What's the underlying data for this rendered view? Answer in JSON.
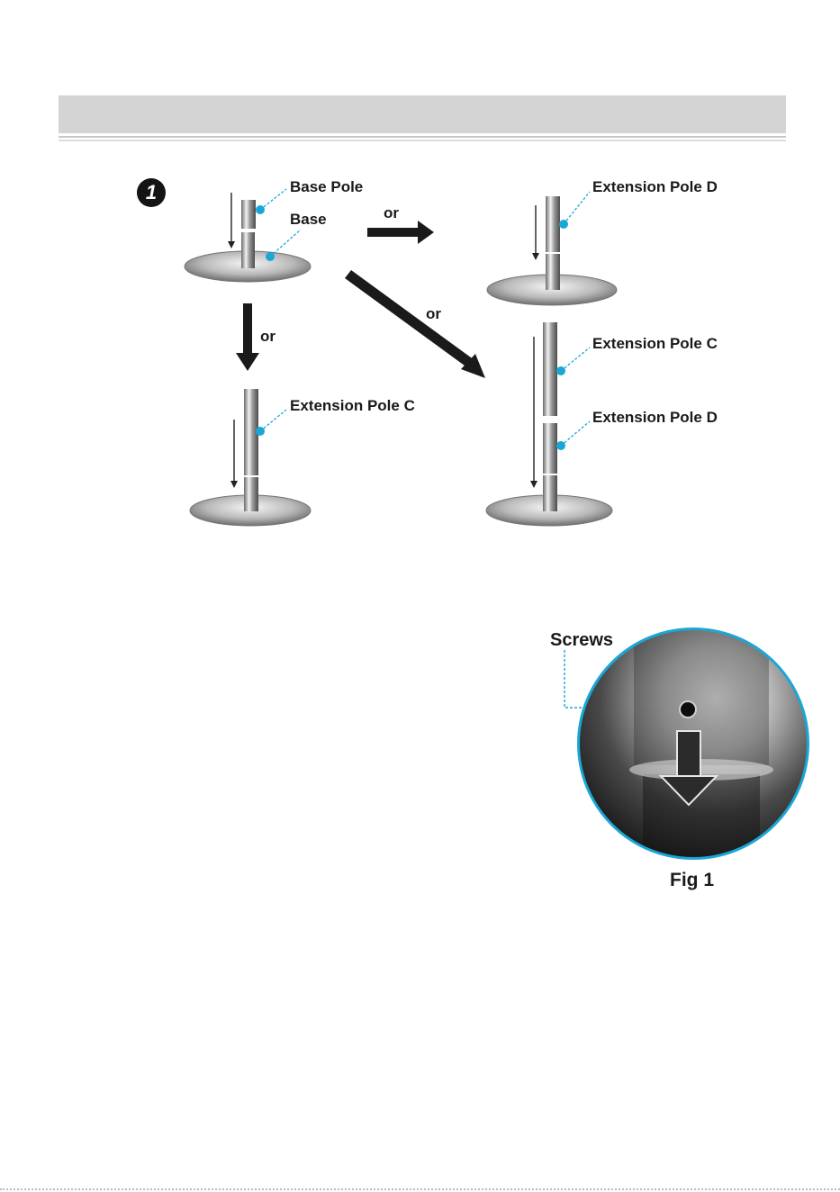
{
  "step_number": "1",
  "labels": {
    "base_pole": "Base Pole",
    "base": "Base",
    "or_right": "or",
    "or_diagonal": "or",
    "or_down": "or",
    "extension_pole_d_top": "Extension Pole D",
    "extension_pole_c_bottom": "Extension Pole C",
    "extension_pole_c_right": "Extension Pole C",
    "extension_pole_d_right": "Extension Pole D"
  },
  "figure": {
    "screws_label": "Screws",
    "caption": "Fig 1"
  },
  "colors": {
    "accent": "#1aa7d6",
    "header_bar": "#d4d4d4",
    "arrow": "#1a1a1a"
  }
}
